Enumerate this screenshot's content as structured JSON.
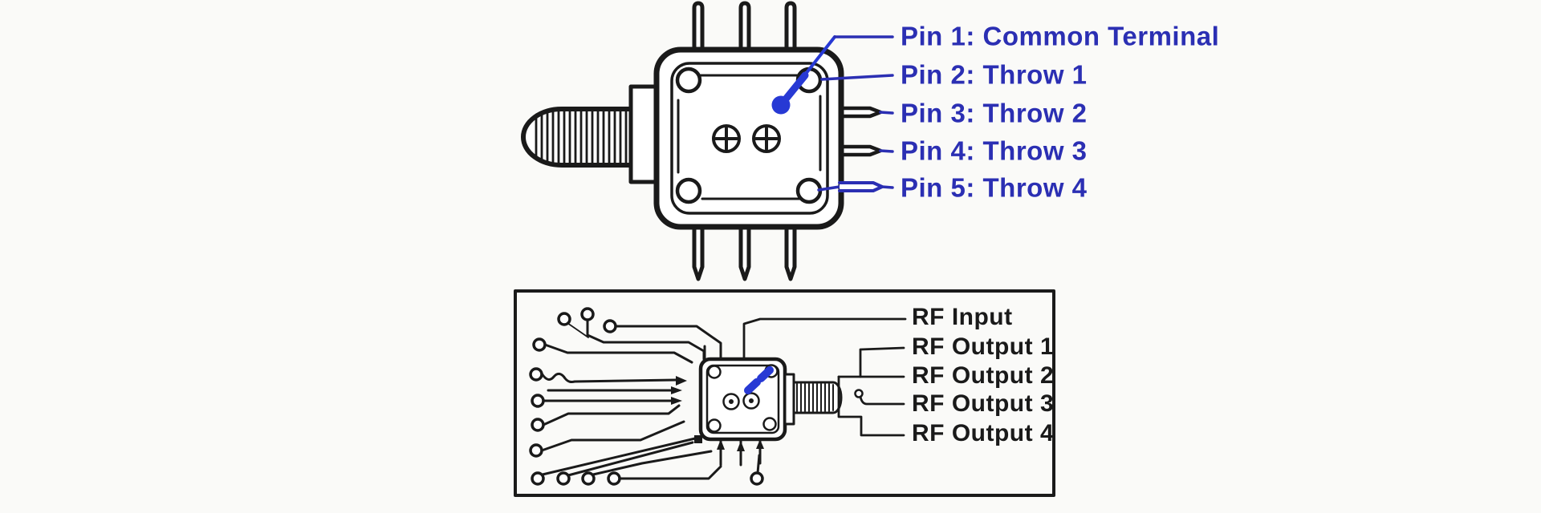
{
  "colors": {
    "ink": "#1a1a1a",
    "label_blue": "#2b2fb3",
    "indicator_blue": "#2739d4",
    "background": "#fafaf8"
  },
  "top_view": {
    "description": "rear view of 5-pin rotary RF switch with threaded mounting shaft",
    "pin_labels": [
      {
        "label": "Pin 1: Common Terminal"
      },
      {
        "label": "Pin 2: Throw 1"
      },
      {
        "label": "Pin 3: Throw 2"
      },
      {
        "label": "Pin 4: Throw 3"
      },
      {
        "label": "Pin 5: Throw 4"
      }
    ]
  },
  "bottom_view": {
    "description": "PCB layout view of switch with routed traces",
    "signal_labels": [
      {
        "label": "RF Input"
      },
      {
        "label": "RF Output 1"
      },
      {
        "label": "RF Output 2"
      },
      {
        "label": "RF Output 3"
      },
      {
        "label": "RF Output 4"
      }
    ]
  }
}
